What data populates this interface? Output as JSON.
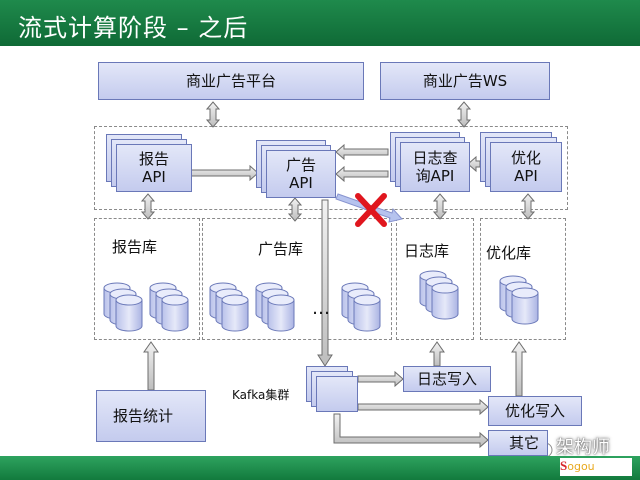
{
  "slide": {
    "title": "流式计算阶段 – 之后"
  },
  "top": {
    "platform": "商业广告平台",
    "ws": "商业广告WS"
  },
  "apis": {
    "report_api": "报告\nAPI",
    "ad_api": "广告\nAPI",
    "log_query_api": "日志查\n询API",
    "optimize_api": "优化\nAPI"
  },
  "dbs": {
    "report_db": "报告库",
    "ad_db": "广告库",
    "log_db": "日志库",
    "optimize_db": "优化库",
    "ellipsis": "…"
  },
  "bottom": {
    "kafka": "Kafka集群",
    "log_write": "日志写入",
    "optimize_write": "优化写入",
    "other": "其它",
    "report_stats": "报告统计"
  },
  "watermark": {
    "text": "架构师"
  },
  "colors": {
    "header": "#1f8a4c",
    "box": "#c4cbee",
    "cross": "#e0161e"
  },
  "icons": [
    "hadoop-elephant-icon",
    "wechat-icon",
    "cross-icon"
  ]
}
